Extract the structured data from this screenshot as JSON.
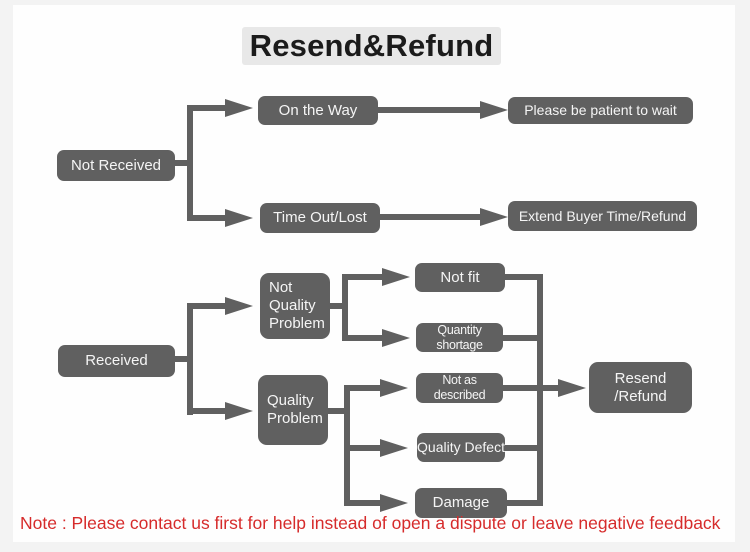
{
  "title": "Resend&Refund",
  "note": "Note : Please contact us first for help instead of open a dispute or leave negative feedback",
  "colors": {
    "frame": "#f3f3f3",
    "canvas": "#fefefe",
    "title_highlight": "#e8e8e8",
    "title_text": "#1b1b1b",
    "box_fill": "#606060",
    "box_text": "#f5f5f5",
    "connector": "#606060",
    "note_text": "#d62b2b"
  },
  "nodes": {
    "not_received": "Not Received",
    "on_the_way": "On the Way",
    "be_patient": "Please be patient to wait",
    "time_out_lost": "Time Out/Lost",
    "extend_refund": "Extend Buyer Time/Refund",
    "received": "Received",
    "not_quality_problem": "Not\nQuality\nProblem",
    "quality_problem": "Quality\nProblem",
    "not_fit": "Not fit",
    "quantity_shortage": "Quantity shortage",
    "not_as_described": "Not as described",
    "quality_defect": "Quality Defect",
    "damage": "Damage",
    "resend_refund": "Resend\n/Refund"
  }
}
